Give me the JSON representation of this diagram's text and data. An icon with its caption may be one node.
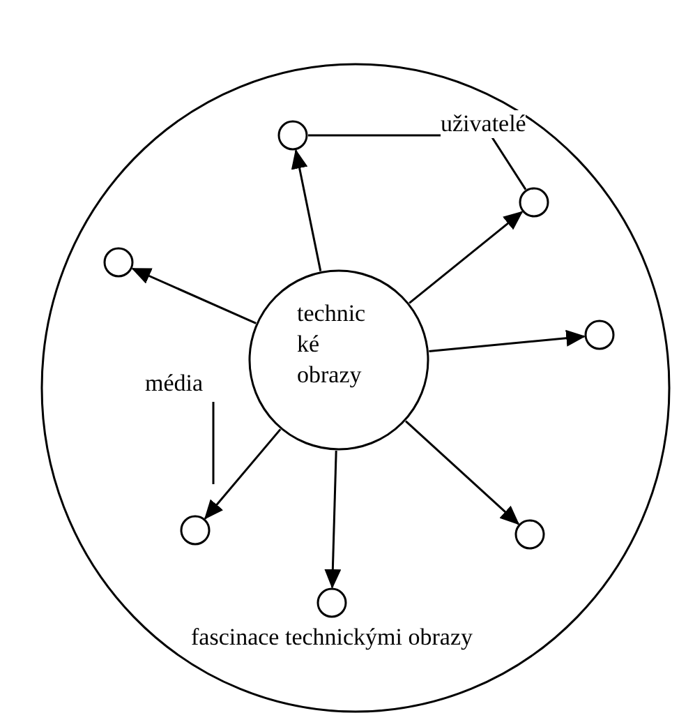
{
  "diagram": {
    "nodes": [
      {
        "text": [],
        "shape": "circle"
      },
      {
        "text": [
          "technic ké obrazy"
        ],
        "in": 0
      },
      {
        "text": [],
        "shape": "circle",
        "in": 0
      },
      {
        "text": [],
        "shape": "circle",
        "in": 0
      },
      {
        "text": [],
        "shape": "circle",
        "in": 0
      },
      {
        "text": [],
        "shape": "circle",
        "in": 0
      },
      {
        "text": [],
        "shape": "circle",
        "in": 0
      },
      {
        "text": [],
        "shape": "circle",
        "in": 0
      },
      {
        "text": [],
        "shape": "circle",
        "in": 0
      },
      {
        "text": [
          "média"
        ],
        "in": 0
      }
    ],
    "edges": [
      {
        "from": 1,
        "to": 2,
        "arrow": "to"
      },
      {
        "from": 1,
        "to": 3,
        "arrow": "to"
      },
      {
        "from": 1,
        "to": 4,
        "arrow": "to"
      },
      {
        "from": 1,
        "to": 5,
        "arrow": "to"
      },
      {
        "from": 1,
        "to": 6,
        "arrow": "to"
      },
      {
        "from": 1,
        "to": 7,
        "arrow": "to"
      },
      {
        "from": 1,
        "to": 8,
        "arrow": "to"
      },
      {
        "from": 2,
        "to": 3,
        "arrow": "none",
        "label": "uživatelé"
      },
      {
        "from": 9,
        "to": null,
        "arrow": "none"
      }
    ],
    "labels": [
      "fascinace technickými obrazy"
    ]
  }
}
